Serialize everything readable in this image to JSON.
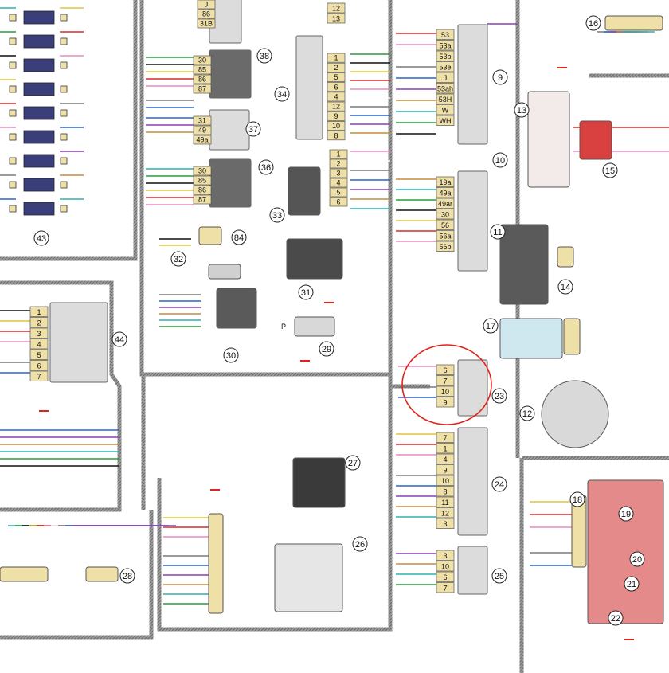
{
  "colors": {
    "background": "#ffffff",
    "harness": "#8a8a8a",
    "connector": "#efe0a8",
    "device": "#dcdcdc",
    "device_dark": "#5a5a5a",
    "fuse_body": "#3a3f7a",
    "highlight_circle": "#e2231a",
    "ground": "#e2231a",
    "wire_colors": [
      "#d62b2b",
      "#2a63c9",
      "#2a9a3a",
      "#e88ac0",
      "#8a3fb5",
      "#111111",
      "#ffffff",
      "#c58a3a",
      "#e0c33a",
      "#7a7a7a",
      "#2ab0b0"
    ]
  },
  "components": [
    {
      "id": "wiper-relay",
      "number": "",
      "pins": [
        "J",
        "86",
        "31B"
      ]
    },
    {
      "id": "relay-38",
      "number": "38",
      "pins": [
        "30",
        "85",
        "86",
        "87"
      ]
    },
    {
      "id": "switch-37",
      "number": "37",
      "pins": [
        "31",
        "49",
        "49a"
      ]
    },
    {
      "id": "relay-36",
      "number": "36",
      "pins": [
        "30",
        "85",
        "86",
        "87"
      ]
    },
    {
      "id": "unit-34",
      "number": "34",
      "pins": [
        "1",
        "2",
        "5",
        "6",
        "4",
        "12",
        "9",
        "10",
        "8"
      ],
      "top_pins": [
        "12",
        "13"
      ]
    },
    {
      "id": "motor-33",
      "number": "33",
      "pins": [
        "1",
        "2",
        "3",
        "4",
        "5",
        "6"
      ]
    },
    {
      "id": "horn-84",
      "number": "84",
      "pins": []
    },
    {
      "id": "sensor-32",
      "number": "32",
      "pins": []
    },
    {
      "id": "heater-31",
      "number": "31",
      "pins": []
    },
    {
      "id": "switch-30",
      "number": "30",
      "pins": []
    },
    {
      "id": "switch-29",
      "number": "29",
      "pins": [],
      "label": "P"
    },
    {
      "id": "fuse-block-43",
      "number": "43",
      "pins": []
    },
    {
      "id": "relay-44",
      "number": "44",
      "pins": [
        "1",
        "2",
        "3",
        "4",
        "5",
        "6",
        "7"
      ]
    },
    {
      "id": "switch-9",
      "number": "9",
      "pins": [
        "53",
        "53a",
        "53b",
        "53e",
        "J",
        "53ah",
        "53H",
        "W",
        "WH"
      ]
    },
    {
      "id": "switch-10",
      "number": "10",
      "pins": []
    },
    {
      "id": "switch-11",
      "number": "11",
      "pins": [
        "19a",
        "49a",
        "49ar",
        "30",
        "56",
        "56a",
        "56b"
      ]
    },
    {
      "id": "lamp-13",
      "number": "13",
      "pins": []
    },
    {
      "id": "lamp-15",
      "number": "15",
      "pins": []
    },
    {
      "id": "motor-14",
      "number": "14",
      "pins": []
    },
    {
      "id": "lamp-17",
      "number": "17",
      "pins": []
    },
    {
      "id": "switch-23",
      "number": "23",
      "pins": [
        "6",
        "7",
        "10",
        "9"
      ]
    },
    {
      "id": "fuel-12",
      "number": "12",
      "pins": []
    },
    {
      "id": "switch-24",
      "number": "24",
      "pins": [
        "7",
        "1",
        "4",
        "9",
        "10",
        "8",
        "11",
        "12",
        "3"
      ]
    },
    {
      "id": "switch-25",
      "number": "25",
      "pins": [
        "3",
        "10",
        "6",
        "7"
      ]
    },
    {
      "id": "motor-27",
      "number": "27",
      "pins": []
    },
    {
      "id": "ignition-26",
      "number": "26",
      "pins": []
    },
    {
      "id": "connector-28",
      "number": "28",
      "pins": []
    },
    {
      "id": "lamp-16",
      "number": "16",
      "pins": []
    },
    {
      "id": "lamp-18",
      "number": "18",
      "pins": []
    },
    {
      "id": "lamp-19",
      "number": "19",
      "pins": []
    },
    {
      "id": "lamp-20",
      "number": "20",
      "pins": []
    },
    {
      "id": "lamp-21",
      "number": "21",
      "pins": []
    },
    {
      "id": "lamp-22",
      "number": "22",
      "pins": []
    }
  ]
}
